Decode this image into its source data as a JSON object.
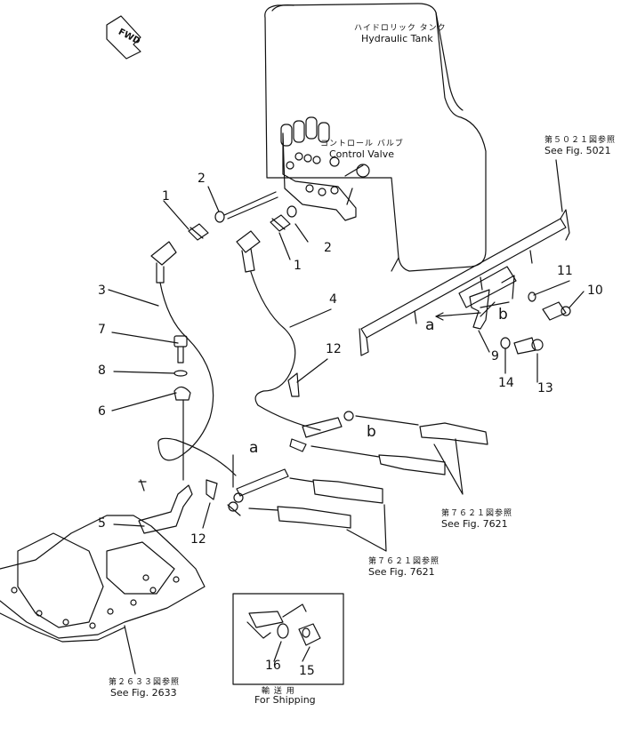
{
  "callouts": {
    "hydraulic_tank_jp": "ハイドロリック タンク",
    "hydraulic_tank": "Hydraulic Tank",
    "control_valve_jp": "コントロール バルブ",
    "control_valve": "Control Valve",
    "fig5021_jp": "第５０２１図参照",
    "fig5021": "See Fig. 5021",
    "fig7621a_jp": "第７６２１図参照",
    "fig7621a": "See Fig. 7621",
    "fig7621b_jp": "第７６２１図参照",
    "fig7621b": "See Fig. 7621",
    "fig2633_jp": "第２６３３図参照",
    "fig2633": "See Fig. 2633",
    "shipping_jp": "輸 送 用",
    "shipping": "For Shipping"
  },
  "fwd_label": "FWD",
  "part_numbers": [
    "1",
    "2",
    "1",
    "2",
    "3",
    "4",
    "5",
    "6",
    "7",
    "8",
    "9",
    "10",
    "11",
    "12",
    "12",
    "13",
    "14",
    "15",
    "16"
  ],
  "ref_letters": [
    "a",
    "b",
    "a",
    "b"
  ]
}
